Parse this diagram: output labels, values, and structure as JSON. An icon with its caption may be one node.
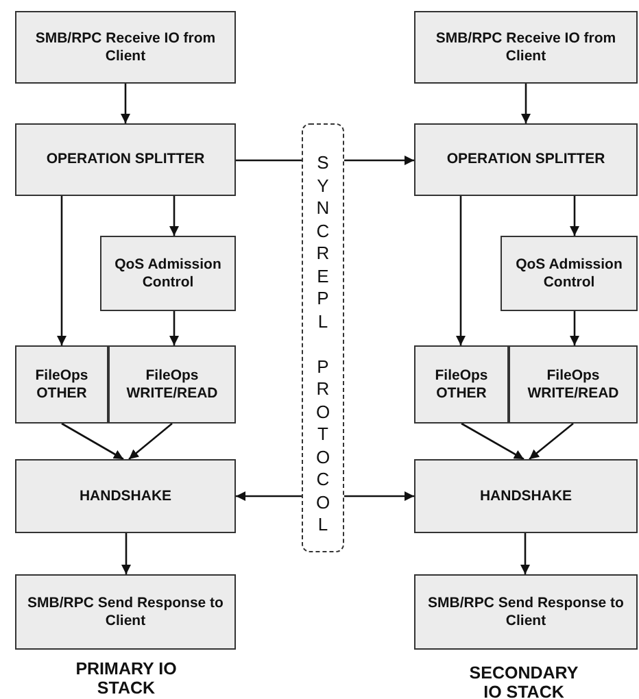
{
  "diagram": {
    "nodes": [
      {
        "text": [
          "SMB/RPC Receive IO from Client"
        ]
      },
      {
        "text": [
          "OPERATION SPLITTER"
        ]
      },
      {
        "text": [
          "QoS Admission Control"
        ]
      },
      {
        "text": [
          "FileOps OTHER"
        ]
      },
      {
        "text": [
          "FileOps WRITE/READ"
        ]
      },
      {
        "text": [
          "HANDSHAKE"
        ]
      },
      {
        "text": [
          "SMB/RPC Send Response to Client"
        ]
      },
      {
        "text": [
          "SYNCREPL PROTOCOL"
        ]
      },
      {
        "text": [
          "SMB/RPC Receive IO from Client"
        ]
      },
      {
        "text": [
          "OPERATION SPLITTER"
        ]
      },
      {
        "text": [
          "QoS Admission Control"
        ]
      },
      {
        "text": [
          "FileOps OTHER"
        ]
      },
      {
        "text": [
          "FileOps WRITE/READ"
        ]
      },
      {
        "text": [
          "HANDSHAKE"
        ]
      },
      {
        "text": [
          "SMB/RPC Send Response to Client"
        ]
      }
    ],
    "edges": [
      {
        "from": 0,
        "to": 1,
        "arrow": "to"
      },
      {
        "from": 1,
        "to": 3,
        "arrow": "to"
      },
      {
        "from": 1,
        "to": 2,
        "arrow": "to"
      },
      {
        "from": 2,
        "to": 4,
        "arrow": "to"
      },
      {
        "from": 3,
        "to": 5,
        "arrow": "to"
      },
      {
        "from": 4,
        "to": 5,
        "arrow": "to"
      },
      {
        "from": 5,
        "to": 6,
        "arrow": "to"
      },
      {
        "from": 1,
        "to": 7,
        "arrow": "none"
      },
      {
        "from": 7,
        "to": 9,
        "arrow": "to"
      },
      {
        "from": 7,
        "to": 5,
        "arrow": "to"
      },
      {
        "from": 7,
        "to": 13,
        "arrow": "to"
      },
      {
        "from": 8,
        "to": 9,
        "arrow": "to"
      },
      {
        "from": 9,
        "to": 11,
        "arrow": "to"
      },
      {
        "from": 9,
        "to": 10,
        "arrow": "to"
      },
      {
        "from": 10,
        "to": 12,
        "arrow": "to"
      },
      {
        "from": 11,
        "to": 13,
        "arrow": "to"
      },
      {
        "from": 12,
        "to": 13,
        "arrow": "to"
      },
      {
        "from": 13,
        "to": 14,
        "arrow": "to"
      }
    ],
    "labels": [
      "PRIMARY IO STACK",
      "SECONDARY IO STACK"
    ]
  }
}
